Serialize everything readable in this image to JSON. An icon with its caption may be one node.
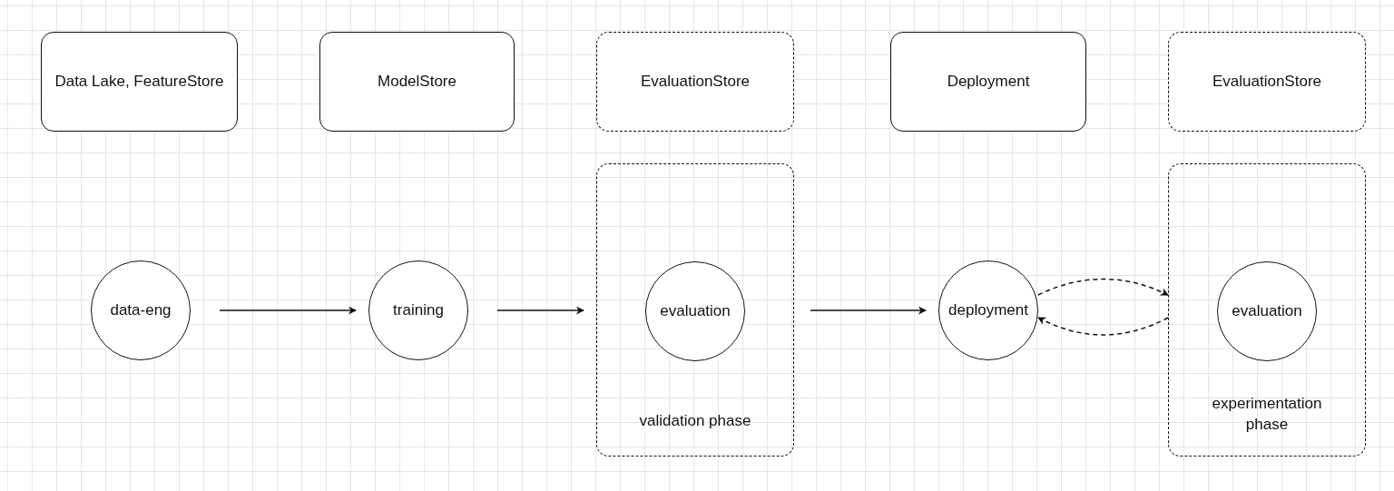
{
  "diagram": {
    "nodes": [
      {
        "text": [
          "Data Lake, FeatureStore"
        ]
      },
      {
        "text": [
          "ModelStore"
        ]
      },
      {
        "text": [
          "EvaluationStore"
        ]
      },
      {
        "text": [
          "Deployment"
        ]
      },
      {
        "text": [
          "EvaluationStore"
        ]
      },
      {
        "text": [
          "data-eng"
        ]
      },
      {
        "text": [
          "training"
        ]
      },
      {
        "text": [
          "validation phase"
        ]
      },
      {
        "text": [
          "evaluation"
        ],
        "in": 7
      },
      {
        "text": [
          "deployment"
        ]
      },
      {
        "text": [
          "experimentation phase"
        ]
      },
      {
        "text": [
          "evaluation"
        ],
        "in": 10
      }
    ],
    "edges": [
      {
        "from": 5,
        "to": 6,
        "arrow": "to"
      },
      {
        "from": 6,
        "to": 7,
        "arrow": "to"
      },
      {
        "from": 7,
        "to": 9,
        "arrow": "to"
      },
      {
        "from": 9,
        "to": 10,
        "arrow": "to",
        "style": "dashed"
      },
      {
        "from": 10,
        "to": 9,
        "arrow": "to",
        "style": "dashed"
      }
    ]
  }
}
